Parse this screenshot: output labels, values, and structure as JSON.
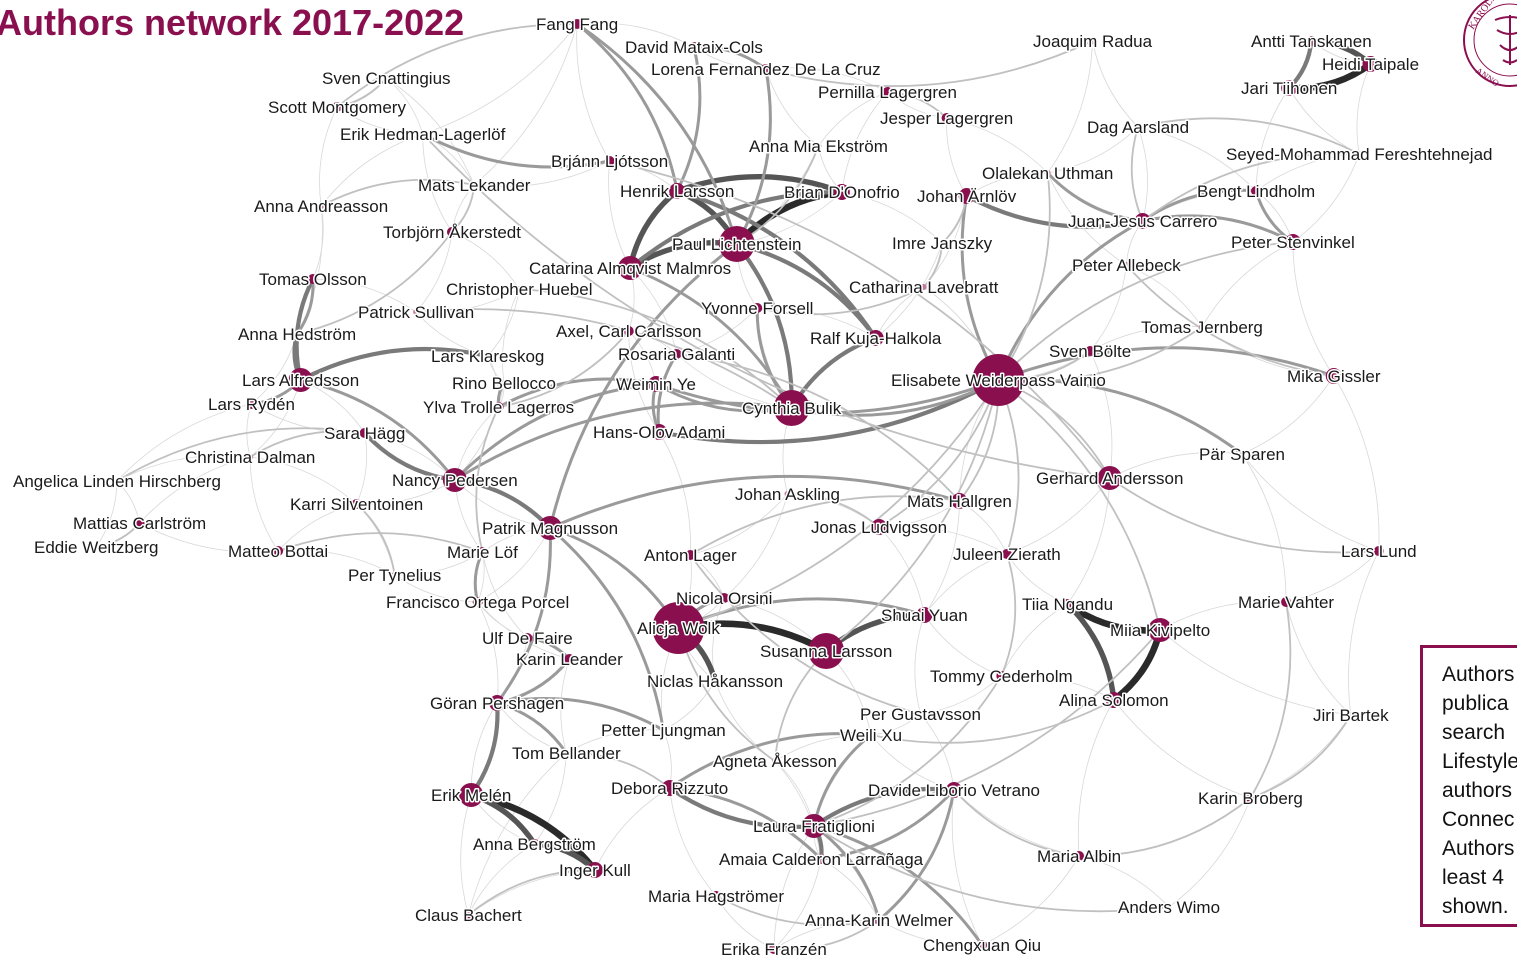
{
  "title": "Authors network 2017-2022",
  "colors": {
    "title": "#8a0f4f",
    "node": "#8a0f4f",
    "node_light": "#c07a9c",
    "edge": "#8e8e8e",
    "edge_strong": "#2a2a2a",
    "box_border": "#8a0f4f"
  },
  "note_lines": [
    "Authors",
    "publica",
    "search",
    "Lifestyle",
    "authors",
    "Connec",
    "Authors",
    "least 4",
    "shown."
  ],
  "logo_icon": "karolinska-seal-icon",
  "nodes": [
    {
      "id": "fang",
      "label": "Fang Fang",
      "size": 1
    },
    {
      "id": "mataix",
      "label": "David Mataix-Cols",
      "size": 1
    },
    {
      "id": "lorena",
      "label": "Lorena Fernandez De La Cruz",
      "size": 1
    },
    {
      "id": "radua",
      "label": "Joaquim Radua",
      "size": 0
    },
    {
      "id": "tanskanen",
      "label": "Antti Tanskanen",
      "size": 1
    },
    {
      "id": "taipale",
      "label": "Heidi Taipale",
      "size": 2
    },
    {
      "id": "tiihonen",
      "label": "Jari Tiihonen",
      "size": 2
    },
    {
      "id": "cnattingius",
      "label": "Sven Cnattingius",
      "size": 0
    },
    {
      "id": "montgomery",
      "label": "Scott Montgomery",
      "size": 1
    },
    {
      "id": "pernilla",
      "label": "Pernilla Lagergren",
      "size": 1
    },
    {
      "id": "jesper",
      "label": "Jesper Lagergren",
      "size": 1
    },
    {
      "id": "hedman",
      "label": "Erik Hedman-Lagerlöf",
      "size": 0
    },
    {
      "id": "aarsland",
      "label": "Dag Aarsland",
      "size": 0
    },
    {
      "id": "ekstrom",
      "label": "Anna Mia Ekström",
      "size": 0
    },
    {
      "id": "bjann",
      "label": "Brjánn Ljótsson",
      "size": 1
    },
    {
      "id": "seyed",
      "label": "Seyed-Mohammad Fereshtehnejad",
      "size": 0
    },
    {
      "id": "uthman",
      "label": "Olalekan Uthman",
      "size": 0
    },
    {
      "id": "lekander",
      "label": "Mats Lekander",
      "size": 0
    },
    {
      "id": "henrik",
      "label": "Henrik Larsson",
      "size": 2
    },
    {
      "id": "brian",
      "label": "Brian D'Onofrio",
      "size": 2
    },
    {
      "id": "arnlov",
      "label": "Johan Ärnlöv",
      "size": 2
    },
    {
      "id": "lindholm",
      "label": "Bengt Lindholm",
      "size": 1
    },
    {
      "id": "andreasson",
      "label": "Anna Andreasson",
      "size": 0
    },
    {
      "id": "carrero",
      "label": "Juan-Jesus Carrero",
      "size": 2
    },
    {
      "id": "akerstedt",
      "label": "Torbjörn Åkerstedt",
      "size": 1
    },
    {
      "id": "lichtenstein",
      "label": "Paul Lichtenstein",
      "size": 4
    },
    {
      "id": "janszky",
      "label": "Imre Janszky",
      "size": 0
    },
    {
      "id": "stenvinkel",
      "label": "Peter Stenvinkel",
      "size": 2
    },
    {
      "id": "allebeck",
      "label": "Peter Allebeck",
      "size": 0
    },
    {
      "id": "olsson",
      "label": "Tomas Olsson",
      "size": 1
    },
    {
      "id": "almqvist",
      "label": "Catarina Almqvist Malmros",
      "size": 3
    },
    {
      "id": "huebel",
      "label": "Christopher Huebel",
      "size": 0
    },
    {
      "id": "lavebratt",
      "label": "Catharina Lavebratt",
      "size": 0
    },
    {
      "id": "sullivan",
      "label": "Patrick Sullivan",
      "size": 0
    },
    {
      "id": "forsell",
      "label": "Yvonne Forsell",
      "size": 1
    },
    {
      "id": "jernberg",
      "label": "Tomas Jernberg",
      "size": 0
    },
    {
      "id": "hedstrom",
      "label": "Anna Hedström",
      "size": 0
    },
    {
      "id": "carlsson",
      "label": "Axel, Carl Carlsson",
      "size": 1
    },
    {
      "id": "kuja",
      "label": "Ralf Kuja-Halkola",
      "size": 2
    },
    {
      "id": "bolte",
      "label": "Sven Bölte",
      "size": 1
    },
    {
      "id": "klareskog",
      "label": "Lars Klareskog",
      "size": 0
    },
    {
      "id": "galanti",
      "label": "Rosaria Galanti",
      "size": 1
    },
    {
      "id": "alfredsson",
      "label": "Lars Alfredsson",
      "size": 3
    },
    {
      "id": "bellocco",
      "label": "Rino Bellocco",
      "size": 0
    },
    {
      "id": "weimin",
      "label": "Weimin Ye",
      "size": 2
    },
    {
      "id": "weiderpass",
      "label": "Elisabete Weiderpass Vainio",
      "size": 5
    },
    {
      "id": "gissler",
      "label": "Mika Gissler",
      "size": 2
    },
    {
      "id": "ryden",
      "label": "Lars Rydén",
      "size": 1
    },
    {
      "id": "trolle",
      "label": "Ylva Trolle Lagerros",
      "size": 1
    },
    {
      "id": "bulik",
      "label": "Cynthia Bulik",
      "size": 4
    },
    {
      "id": "hagg",
      "label": "Sara Hägg",
      "size": 1
    },
    {
      "id": "adami",
      "label": "Hans-Olov Adami",
      "size": 2
    },
    {
      "id": "sparen",
      "label": "Pär Sparen",
      "size": 0
    },
    {
      "id": "dalman",
      "label": "Christina Dalman",
      "size": 0
    },
    {
      "id": "angelica",
      "label": "Angelica Linden Hirschberg",
      "size": 0
    },
    {
      "id": "pedersen",
      "label": "Nancy Pedersen",
      "size": 3
    },
    {
      "id": "gandersson",
      "label": "Gerhard Andersson",
      "size": 3
    },
    {
      "id": "askling",
      "label": "Johan Askling",
      "size": 0
    },
    {
      "id": "hallgren",
      "label": "Mats Hallgren",
      "size": 2
    },
    {
      "id": "silventoinen",
      "label": "Karri Silventoinen",
      "size": 1
    },
    {
      "id": "carlstrom",
      "label": "Mattias Carlström",
      "size": 1
    },
    {
      "id": "magnusson",
      "label": "Patrik Magnusson",
      "size": 3
    },
    {
      "id": "ludvigsson",
      "label": "Jonas Ludvigsson",
      "size": 2
    },
    {
      "id": "weitzberg",
      "label": "Eddie Weitzberg",
      "size": 0
    },
    {
      "id": "bottai",
      "label": "Matteo Bottai",
      "size": 1
    },
    {
      "id": "lof",
      "label": "Marie Löf",
      "size": 1
    },
    {
      "id": "lager",
      "label": "Anton Lager",
      "size": 1
    },
    {
      "id": "zierath",
      "label": "Juleen Zierath",
      "size": 1
    },
    {
      "id": "lund",
      "label": "Lars Lund",
      "size": 1
    },
    {
      "id": "tynelius",
      "label": "Per Tynelius",
      "size": 0
    },
    {
      "id": "orsini",
      "label": "Nicola Orsini",
      "size": 1
    },
    {
      "id": "ortega",
      "label": "Francisco Ortega Porcel",
      "size": 1
    },
    {
      "id": "ngandu",
      "label": "Tiia Ngandu",
      "size": 1
    },
    {
      "id": "vahter",
      "label": "Marie Vahter",
      "size": 1
    },
    {
      "id": "wolk",
      "label": "Alicja Wolk",
      "size": 5
    },
    {
      "id": "yuan",
      "label": "Shuai Yuan",
      "size": 2
    },
    {
      "id": "defaire",
      "label": "Ulf De Faire",
      "size": 1
    },
    {
      "id": "kivipelto",
      "label": "Miia Kivipelto",
      "size": 3
    },
    {
      "id": "leander",
      "label": "Karin Leander",
      "size": 1
    },
    {
      "id": "susanna",
      "label": "Susanna Larsson",
      "size": 4
    },
    {
      "id": "cederholm",
      "label": "Tommy Cederholm",
      "size": 1
    },
    {
      "id": "hakansson",
      "label": "Niclas Håkansson",
      "size": 0
    },
    {
      "id": "solomon",
      "label": "Alina Solomon",
      "size": 2
    },
    {
      "id": "pershagen",
      "label": "Göran Pershagen",
      "size": 2
    },
    {
      "id": "bartek",
      "label": "Jiri Bartek",
      "size": 0
    },
    {
      "id": "gustavsson",
      "label": "Per Gustavsson",
      "size": 0
    },
    {
      "id": "ljungman",
      "label": "Petter Ljungman",
      "size": 0
    },
    {
      "id": "xu",
      "label": "Weili Xu",
      "size": 1
    },
    {
      "id": "bellander",
      "label": "Tom Bellander",
      "size": 0
    },
    {
      "id": "akesson",
      "label": "Agneta Åkesson",
      "size": 0
    },
    {
      "id": "melen",
      "label": "Erik Melén",
      "size": 3
    },
    {
      "id": "rizzuto",
      "label": "Debora Rizzuto",
      "size": 2
    },
    {
      "id": "vetrano",
      "label": "Davide Liborio Vetrano",
      "size": 2
    },
    {
      "id": "broberg",
      "label": "Karin Broberg",
      "size": 1
    },
    {
      "id": "fratiglioni",
      "label": "Laura Fratiglioni",
      "size": 3
    },
    {
      "id": "bergstrom",
      "label": "Anna Bergström",
      "size": 1
    },
    {
      "id": "calderon",
      "label": "Amaia Calderon Larrañaga",
      "size": 1
    },
    {
      "id": "albin",
      "label": "Maria Albin",
      "size": 1
    },
    {
      "id": "kull",
      "label": "Inger Kull",
      "size": 2
    },
    {
      "id": "hagstromer",
      "label": "Maria Hagströmer",
      "size": 1
    },
    {
      "id": "wimo",
      "label": "Anders Wimo",
      "size": 0
    },
    {
      "id": "bachert",
      "label": "Claus Bachert",
      "size": 1
    },
    {
      "id": "welmer",
      "label": "Anna-Karin Welmer",
      "size": 1
    },
    {
      "id": "qiu",
      "label": "Chengxuan Qiu",
      "size": 1
    },
    {
      "id": "franzen",
      "label": "Erika Franzén",
      "size": 1
    }
  ],
  "edges": [
    {
      "s": "tanskanen",
      "t": "taipale",
      "w": 4
    },
    {
      "s": "taipale",
      "t": "tiihonen",
      "w": 5
    },
    {
      "s": "tanskanen",
      "t": "tiihonen",
      "w": 3
    },
    {
      "s": "lichtenstein",
      "t": "brian",
      "w": 5
    },
    {
      "s": "henrik",
      "t": "brian",
      "w": 4
    },
    {
      "s": "henrik",
      "t": "lichtenstein",
      "w": 4
    },
    {
      "s": "almqvist",
      "t": "lichtenstein",
      "w": 4
    },
    {
      "s": "almqvist",
      "t": "henrik",
      "w": 4
    },
    {
      "s": "almqvist",
      "t": "brian",
      "w": 3
    },
    {
      "s": "lichtenstein",
      "t": "kuja",
      "w": 3
    },
    {
      "s": "henrik",
      "t": "kuja",
      "w": 3
    },
    {
      "s": "lichtenstein",
      "t": "bulik",
      "w": 3
    },
    {
      "s": "almqvist",
      "t": "bulik",
      "w": 2
    },
    {
      "s": "fang",
      "t": "lichtenstein",
      "w": 2
    },
    {
      "s": "fang",
      "t": "henrik",
      "w": 2
    },
    {
      "s": "mataix",
      "t": "lorena",
      "w": 2
    },
    {
      "s": "lorena",
      "t": "lichtenstein",
      "w": 2
    },
    {
      "s": "mataix",
      "t": "henrik",
      "w": 2
    },
    {
      "s": "wolk",
      "t": "susanna",
      "w": 5
    },
    {
      "s": "wolk",
      "t": "hakansson",
      "w": 4
    },
    {
      "s": "susanna",
      "t": "yuan",
      "w": 4
    },
    {
      "s": "wolk",
      "t": "yuan",
      "w": 2
    },
    {
      "s": "wolk",
      "t": "orsini",
      "w": 2
    },
    {
      "s": "kivipelto",
      "t": "solomon",
      "w": 5
    },
    {
      "s": "kivipelto",
      "t": "ngandu",
      "w": 5
    },
    {
      "s": "ngandu",
      "t": "solomon",
      "w": 4
    },
    {
      "s": "melen",
      "t": "kull",
      "w": 5
    },
    {
      "s": "melen",
      "t": "bergstrom",
      "w": 4
    },
    {
      "s": "bergstrom",
      "t": "kull",
      "w": 4
    },
    {
      "s": "pershagen",
      "t": "melen",
      "w": 3
    },
    {
      "s": "pershagen",
      "t": "bellander",
      "w": 2
    },
    {
      "s": "pershagen",
      "t": "ljungman",
      "w": 2
    },
    {
      "s": "alfredsson",
      "t": "hedstrom",
      "w": 3
    },
    {
      "s": "alfredsson",
      "t": "olsson",
      "w": 3
    },
    {
      "s": "olsson",
      "t": "hedstrom",
      "w": 2
    },
    {
      "s": "alfredsson",
      "t": "klareskog",
      "w": 3
    },
    {
      "s": "alfredsson",
      "t": "pedersen",
      "w": 2
    },
    {
      "s": "alfredsson",
      "t": "ryden",
      "w": 2
    },
    {
      "s": "pedersen",
      "t": "magnusson",
      "w": 3
    },
    {
      "s": "pedersen",
      "t": "hagg",
      "w": 3
    },
    {
      "s": "pedersen",
      "t": "bulik",
      "w": 2
    },
    {
      "s": "pedersen",
      "t": "weimin",
      "w": 2
    },
    {
      "s": "magnusson",
      "t": "hallgren",
      "w": 2
    },
    {
      "s": "magnusson",
      "t": "wolk",
      "w": 2
    },
    {
      "s": "magnusson",
      "t": "lichtenstein",
      "w": 2
    },
    {
      "s": "weiderpass",
      "t": "carrero",
      "w": 2
    },
    {
      "s": "weiderpass",
      "t": "adami",
      "w": 3
    },
    {
      "s": "weiderpass",
      "t": "weimin",
      "w": 2
    },
    {
      "s": "weiderpass",
      "t": "gissler",
      "w": 2
    },
    {
      "s": "weiderpass",
      "t": "sparen",
      "w": 2
    },
    {
      "s": "weiderpass",
      "t": "bulik",
      "w": 2
    },
    {
      "s": "weiderpass",
      "t": "hallgren",
      "w": 1
    },
    {
      "s": "weiderpass",
      "t": "ludvigsson",
      "w": 1
    },
    {
      "s": "weiderpass",
      "t": "zierath",
      "w": 1
    },
    {
      "s": "weiderpass",
      "t": "gandersson",
      "w": 1
    },
    {
      "s": "weiderpass",
      "t": "kivipelto",
      "w": 1
    },
    {
      "s": "weiderpass",
      "t": "wolk",
      "w": 1
    },
    {
      "s": "weiderpass",
      "t": "susanna",
      "w": 1
    },
    {
      "s": "weiderpass",
      "t": "arnlov",
      "w": 2
    },
    {
      "s": "weiderpass",
      "t": "stenvinkel",
      "w": 1
    },
    {
      "s": "carrero",
      "t": "stenvinkel",
      "w": 2
    },
    {
      "s": "carrero",
      "t": "lindholm",
      "w": 2
    },
    {
      "s": "stenvinkel",
      "t": "lindholm",
      "w": 2
    },
    {
      "s": "carrero",
      "t": "arnlov",
      "w": 3
    },
    {
      "s": "carrero",
      "t": "uthman",
      "w": 2
    },
    {
      "s": "carrero",
      "t": "aarsland",
      "w": 1
    },
    {
      "s": "aarsland",
      "t": "seyed",
      "w": 1
    },
    {
      "s": "carrero",
      "t": "seyed",
      "w": 1
    },
    {
      "s": "arnlov",
      "t": "janszky",
      "w": 1
    },
    {
      "s": "bulik",
      "t": "kuja",
      "w": 3
    },
    {
      "s": "bulik",
      "t": "forsell",
      "w": 2
    },
    {
      "s": "bulik",
      "t": "weimin",
      "w": 2
    },
    {
      "s": "adami",
      "t": "weimin",
      "w": 2
    },
    {
      "s": "adami",
      "t": "galanti",
      "w": 2
    },
    {
      "s": "trolle",
      "t": "weimin",
      "w": 2
    },
    {
      "s": "trolle",
      "t": "bellocco",
      "w": 2
    },
    {
      "s": "fratiglioni",
      "t": "vetrano",
      "w": 3
    },
    {
      "s": "fratiglioni",
      "t": "calderon",
      "w": 3
    },
    {
      "s": "fratiglioni",
      "t": "rizzuto",
      "w": 3
    },
    {
      "s": "fratiglioni",
      "t": "xu",
      "w": 2
    },
    {
      "s": "fratiglioni",
      "t": "welmer",
      "w": 2
    },
    {
      "s": "fratiglioni",
      "t": "qiu",
      "w": 2
    },
    {
      "s": "vetrano",
      "t": "calderon",
      "w": 2
    },
    {
      "s": "vetrano",
      "t": "welmer",
      "w": 2
    },
    {
      "s": "rizzuto",
      "t": "calderon",
      "w": 2
    },
    {
      "s": "welmer",
      "t": "franzen",
      "w": 1
    },
    {
      "s": "welmer",
      "t": "hagstromer",
      "w": 1
    },
    {
      "s": "rizzuto",
      "t": "xu",
      "w": 2
    },
    {
      "s": "gandersson",
      "t": "hedman",
      "w": 1
    },
    {
      "s": "bjann",
      "t": "hedman",
      "w": 2
    },
    {
      "s": "bjann",
      "t": "gandersson",
      "w": 1
    },
    {
      "s": "montgomery",
      "t": "fang",
      "w": 1
    },
    {
      "s": "cnattingius",
      "t": "montgomery",
      "w": 1
    },
    {
      "s": "lekander",
      "t": "akerstedt",
      "w": 1
    },
    {
      "s": "akerstedt",
      "t": "hedstrom",
      "w": 1
    },
    {
      "s": "gissler",
      "t": "allebeck",
      "w": 1
    },
    {
      "s": "vahter",
      "t": "broberg",
      "w": 1
    },
    {
      "s": "broberg",
      "t": "albin",
      "w": 1
    },
    {
      "s": "albin",
      "t": "vetrano",
      "w": 1
    },
    {
      "s": "bachert",
      "t": "kull",
      "w": 1
    },
    {
      "s": "carlstrom",
      "t": "weitzberg",
      "w": 1
    },
    {
      "s": "defaire",
      "t": "leander",
      "w": 2
    },
    {
      "s": "leander",
      "t": "pershagen",
      "w": 2
    },
    {
      "s": "bellander",
      "t": "rizzuto",
      "w": 1
    },
    {
      "s": "lager",
      "t": "hallgren",
      "w": 1
    },
    {
      "s": "lof",
      "t": "trolle",
      "w": 1
    },
    {
      "s": "ortega",
      "t": "lof",
      "w": 2
    },
    {
      "s": "silventoinen",
      "t": "tynelius",
      "w": 1
    },
    {
      "s": "bottai",
      "t": "lof",
      "w": 1
    },
    {
      "s": "dalman",
      "t": "hagg",
      "w": 1
    },
    {
      "s": "askling",
      "t": "ludvigsson",
      "w": 1
    },
    {
      "s": "zierath",
      "t": "cederholm",
      "w": 1
    },
    {
      "s": "cederholm",
      "t": "fratiglioni",
      "w": 1
    },
    {
      "s": "gustavsson",
      "t": "lager",
      "w": 1
    },
    {
      "s": "akesson",
      "t": "wolk",
      "w": 1
    },
    {
      "s": "akesson",
      "t": "susanna",
      "w": 1
    },
    {
      "s": "ekstrom",
      "t": "lichtenstein",
      "w": 1
    },
    {
      "s": "pernilla",
      "t": "jesper",
      "w": 1
    },
    {
      "s": "lavebratt",
      "t": "forsell",
      "w": 1
    },
    {
      "s": "galanti",
      "t": "hallgren",
      "w": 1
    },
    {
      "s": "carlsson",
      "t": "trolle",
      "w": 1
    },
    {
      "s": "huebel",
      "t": "bulik",
      "w": 1
    },
    {
      "s": "sullivan",
      "t": "bulik",
      "w": 1
    },
    {
      "s": "jernberg",
      "t": "weiderpass",
      "w": 1
    },
    {
      "s": "bolte",
      "t": "weiderpass",
      "w": 1
    },
    {
      "s": "wimo",
      "t": "fratiglioni",
      "w": 1
    },
    {
      "s": "radua",
      "t": "lorena",
      "w": 1
    },
    {
      "s": "andreasson",
      "t": "lekander",
      "w": 1
    },
    {
      "s": "angelica",
      "t": "hagg",
      "w": 1
    },
    {
      "s": "bartek",
      "t": "broberg",
      "w": 1
    },
    {
      "s": "lund",
      "t": "gandersson",
      "w": 1
    },
    {
      "s": "magnusson",
      "t": "ljungman",
      "w": 2
    },
    {
      "s": "magnusson",
      "t": "pershagen",
      "w": 2
    },
    {
      "s": "janszky",
      "t": "lavebratt",
      "w": 1
    },
    {
      "s": "uthman",
      "t": "weiderpass",
      "w": 1
    },
    {
      "s": "solomon",
      "t": "xu",
      "w": 1
    },
    {
      "s": "kivipelto",
      "t": "fratiglioni",
      "w": 1
    }
  ]
}
